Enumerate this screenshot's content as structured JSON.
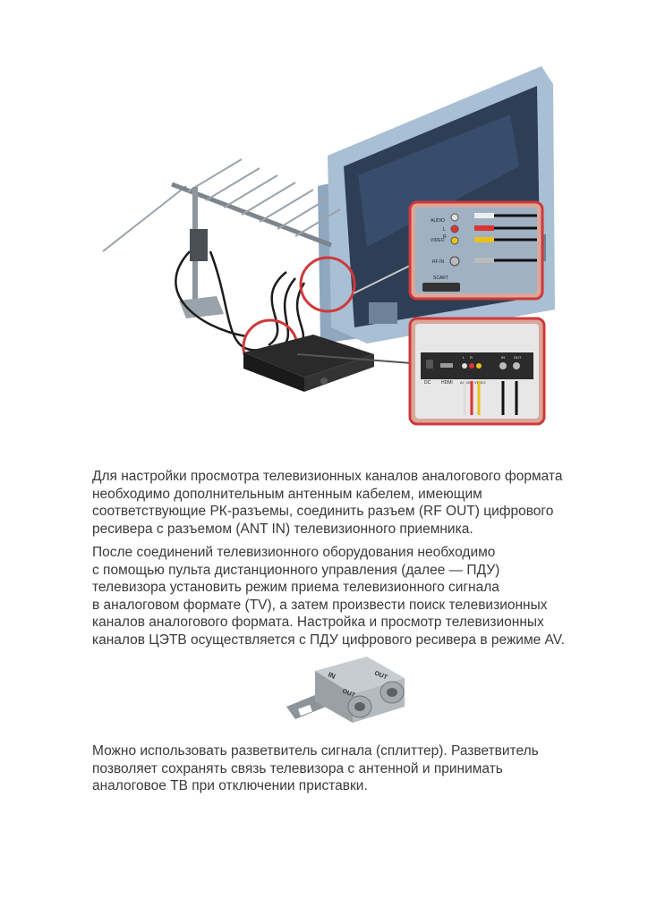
{
  "illustration": {
    "panel_labels": {
      "audio": "AUDIO",
      "l": "L",
      "r": "R",
      "video": "VIDEO",
      "rf_in": "RF IN",
      "scart": "SCART"
    },
    "receiver_labels": {
      "dc": "DC",
      "hdmi": "HDMI",
      "l": "L",
      "r": "R",
      "audio": "AUDIO",
      "video": "VIDEO",
      "in": "IN",
      "out": "OUT"
    }
  },
  "paragraphs": [
    "Для настройки просмотра телевизионных каналов аналогового формата\nнеобходимо дополнительным антенным кабелем, имеющим\nсоответствующие РК-разъемы, соединить разъем (RF OUT) цифрового\nресивера с разъемом (ANT IN) телевизионного приемника.",
    "После соединений телевизионного оборудования необходимо\nс помощью пульта дистанционного управления (далее — ПДУ)\nтелевизора установить режим приема телевизионного сигнала\nв аналоговом формате (TV), а затем произвести поиск телевизионных\nканалов аналогового формата. Настройка и просмотр телевизионных\nканалов ЦЭТВ осуществляется с ПДУ цифрового ресивера в режиме AV.",
    "Можно использовать разветвитель сигнала (сплиттер). Разветвитель\nпозволяет сохранять связь телевизора с антенной и принимать\nаналоговое ТВ при отключении приставки."
  ],
  "splitter": {
    "in_label": "IN",
    "out_label_1": "OUT",
    "out_label_2": "OUT"
  }
}
